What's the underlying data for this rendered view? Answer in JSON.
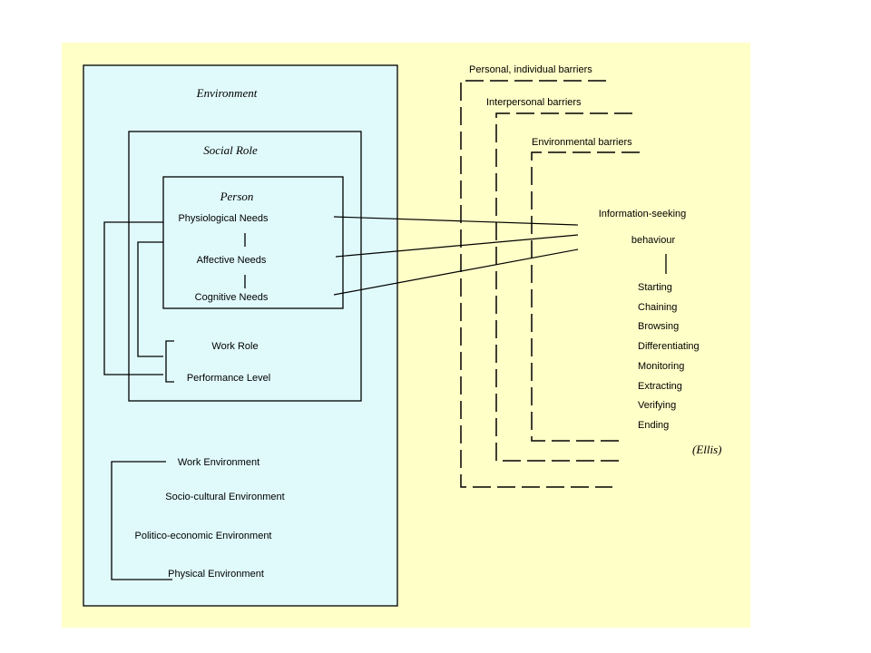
{
  "colors": {
    "canvas": "#ffffc8",
    "environment_fill": "#e0fafc",
    "line": "#000000"
  },
  "diagram": {
    "environment": "Environment",
    "social_role": "Social Role",
    "person": "Person",
    "needs": {
      "physiological": "Physiological Needs",
      "affective": "Affective Needs",
      "cognitive": "Cognitive Needs"
    },
    "role_factors": {
      "work_role": "Work Role",
      "performance_level": "Performance Level"
    },
    "environments": {
      "work": "Work Environment",
      "socio_cultural": "Socio-cultural Environment",
      "politico_economic": "Politico-economic Environment",
      "physical": "Physical Environment"
    },
    "barriers": {
      "personal": "Personal, individual barriers",
      "interpersonal": "Interpersonal barriers",
      "environmental": "Environmental barriers"
    },
    "behaviour": {
      "line1": "Information-seeking",
      "line2": "behaviour"
    },
    "stages": [
      "Starting",
      "Chaining",
      "Browsing",
      "Differentiating",
      "Monitoring",
      "Extracting",
      "Verifying",
      "Ending"
    ],
    "citation": "(Ellis)"
  }
}
